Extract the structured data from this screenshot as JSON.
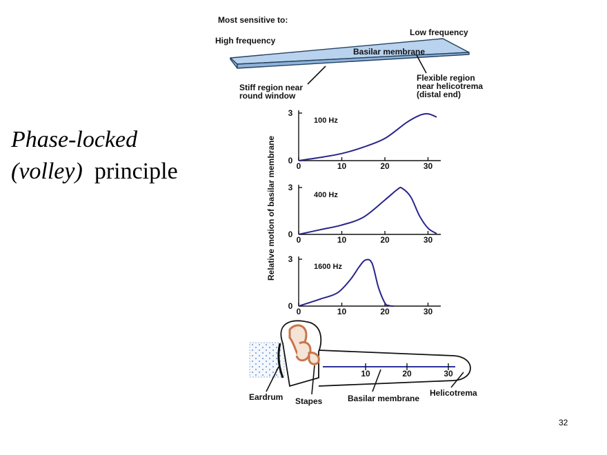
{
  "slide": {
    "title_line1": "Phase-locked",
    "title_line2_italic": "(volley)",
    "title_line2_rest": "principle",
    "page_number": "32"
  },
  "membrane": {
    "header": "Most sensitive to:",
    "high_label": "High frequency",
    "low_label": "Low frequency",
    "membrane_label": "Basilar membrane",
    "stiff_label_line1": "Stiff region near",
    "stiff_label_line2": "round window",
    "flex_label_line1": "Flexible region",
    "flex_label_line2": "near helicotrema",
    "flex_label_line3": "(distal end)",
    "colors": {
      "membrane_fill": "#b9d2ee",
      "membrane_stroke": "#24425f"
    }
  },
  "chart_data": {
    "type": "line",
    "ylabel": "Relative motion of basilar membrane",
    "x_ticks": [
      "0",
      "10",
      "20",
      "30"
    ],
    "y_ticks": [
      "0",
      "3"
    ],
    "xlim": [
      0,
      32
    ],
    "ylim": [
      0,
      3
    ],
    "panels": [
      {
        "label": "100 Hz",
        "x": [
          0,
          5,
          10,
          15,
          20,
          25,
          28,
          30,
          32
        ],
        "y": [
          0,
          0.2,
          0.45,
          0.85,
          1.4,
          2.4,
          2.85,
          2.95,
          2.75
        ]
      },
      {
        "label": "400 Hz",
        "x": [
          0,
          5,
          10,
          15,
          20,
          23,
          24,
          26,
          28,
          30,
          32
        ],
        "y": [
          0,
          0.3,
          0.6,
          1.1,
          2.2,
          2.9,
          2.95,
          2.4,
          1.2,
          0.4,
          0.05
        ]
      },
      {
        "label": "1600 Hz",
        "x": [
          0,
          5,
          9,
          12,
          14,
          15.5,
          17,
          18.5,
          20,
          21,
          22
        ],
        "y": [
          0,
          0.45,
          0.85,
          1.7,
          2.5,
          2.95,
          2.75,
          1.2,
          0.2,
          0.03,
          0
        ]
      }
    ],
    "color": "#27238a"
  },
  "cochlea": {
    "scale_ticks": [
      "10",
      "20",
      "30"
    ],
    "eardrum_label": "Eardrum",
    "stapes_label": "Stapes",
    "membrane_label": "Basilar membrane",
    "helicotrema_label": "Helicotrema",
    "colors": {
      "ossicle": "#c8764a",
      "ossicle_fill": "#f5e3d6",
      "fluid_dots": "#3a76c4"
    }
  }
}
